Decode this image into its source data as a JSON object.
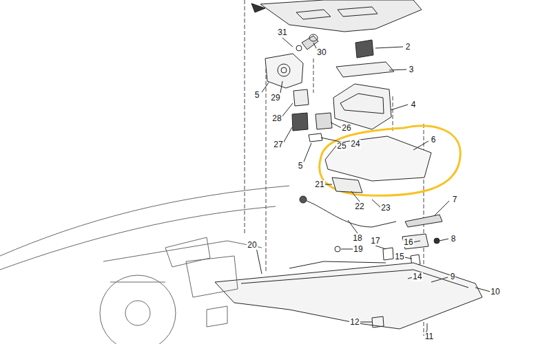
{
  "diagram": {
    "labels": [
      "31",
      "30",
      "2",
      "3",
      "5",
      "29",
      "4",
      "28",
      "26",
      "27",
      "25",
      "24",
      "6",
      "5",
      "21",
      "22",
      "23",
      "7",
      "18",
      "16",
      "8",
      "19",
      "20",
      "17",
      "15",
      "14",
      "9",
      "10",
      "12",
      "11"
    ]
  }
}
